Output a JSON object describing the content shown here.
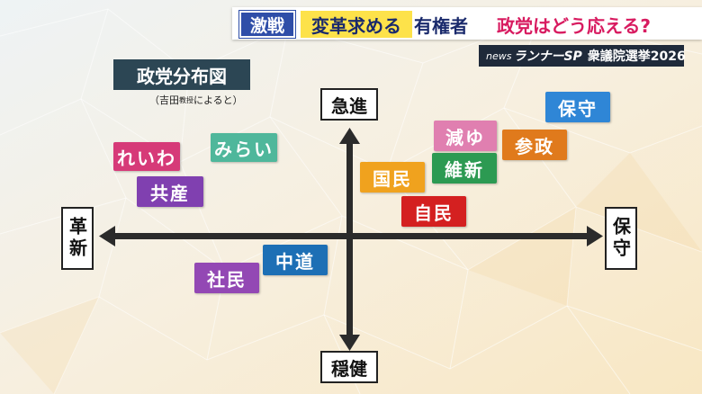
{
  "banner": {
    "badge": "激戦",
    "headline_highlight": "変革求める",
    "headline_rest": "有権者",
    "question": "政党はどう応える?"
  },
  "program": {
    "news": "news",
    "name": "ランナーSP",
    "election": "衆議院選挙2026"
  },
  "title": "政党分布図",
  "credit": {
    "open": "（吉田",
    "small": "教授",
    "rest": "によると）"
  },
  "axes": {
    "top": "急進",
    "bottom": "穏健",
    "left": "革新",
    "right": "保守"
  },
  "parties": [
    {
      "label": "保守",
      "color": "#2f86d6"
    },
    {
      "label": "減ゆ",
      "color": "#e07fb0"
    },
    {
      "label": "参政",
      "color": "#e07a1c"
    },
    {
      "label": "維新",
      "color": "#2c9a52"
    },
    {
      "label": "国民",
      "color": "#f0a21e"
    },
    {
      "label": "自民",
      "color": "#d42020"
    },
    {
      "label": "れいわ",
      "color": "#d63a78"
    },
    {
      "label": "みらい",
      "color": "#4fb79b"
    },
    {
      "label": "共産",
      "color": "#8040b0"
    },
    {
      "label": "中道",
      "color": "#1d6fb5"
    },
    {
      "label": "社民",
      "color": "#9348b4"
    }
  ]
}
